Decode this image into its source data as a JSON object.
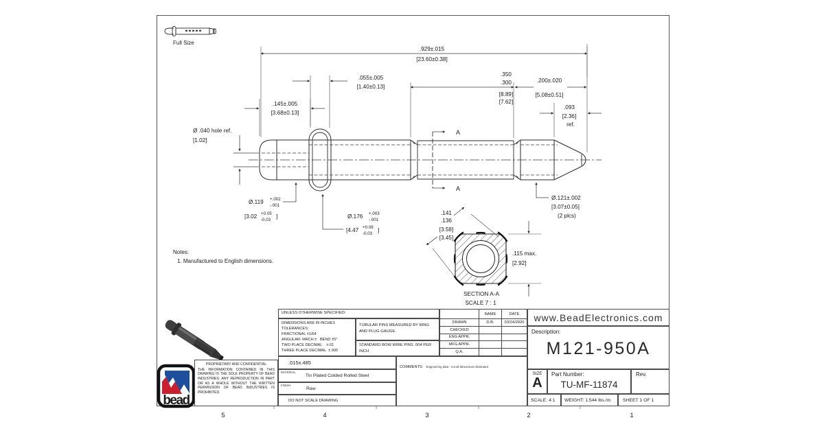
{
  "sheet": {
    "full_size_label": "Full Size",
    "zone_numbers": [
      "5",
      "4",
      "3",
      "2",
      "1"
    ],
    "notes_title": "Notes:",
    "note_1": "1. Manufactured to English dimensions.",
    "section_label": "SECTION A-A",
    "section_scale": "SCALE 7 : 1",
    "section_marker": "A"
  },
  "dims": {
    "overall_in": ".929±.015",
    "overall_mm": "[23.60±0.38]",
    "collar_in": ".055±.005",
    "collar_mm": "[1.40±0.13]",
    "nose_in": ".145±.005",
    "nose_mm": "[3.68±0.13]",
    "mid_max_in": ".350",
    "mid_min_in": ".300",
    "mid_max_mm": "[8.89]",
    "mid_min_mm": "[7.62]",
    "tip_in": ".200±.020",
    "tip_mm": "[5.08±0.51]",
    "taper_in": ".093",
    "taper_mm": "[2.36]",
    "taper_ref": "ref.",
    "hole_label": "Ø .040 hole ref.",
    "hole_mm": "[1.02]",
    "d119_val": "Ø.119",
    "d119_plus": "+.002",
    "d119_minus": "-.001",
    "d119_mm": "[3.02",
    "d119_mm_plus": "+0.05",
    "d119_mm_minus": "-0.03",
    "d176_val": "Ø.176",
    "d176_plus": "+.003",
    "d176_minus": "-.001",
    "d176_mm": "[4.47",
    "d176_mm_plus": "+0.08",
    "d176_mm_minus": "-0.03",
    "bracket_close": "]",
    "d121_in": "Ø.121±.002",
    "d121_mm": "[3.07±0.05]",
    "d121_note": "(2 plcs)",
    "sq_corner_in_max": ".141",
    "sq_corner_in_min": ".136",
    "sq_corner_mm_max": "[3.58]",
    "sq_corner_mm_min": "[3.45]",
    "sq_flat_in": ".115 max.",
    "sq_flat_mm": "[2.92]"
  },
  "titleblock": {
    "unless": "UNLESS OTHERWISE SPECIFIED:",
    "tol_line1": "DIMENSIONS ARE IN INCHES",
    "tol_line2": "TOLERANCES:",
    "tol_line3": "FRACTIONAL ±1/64",
    "tol_line4": "ANGULAR: MACH ±   BEND ±5°",
    "tol_line5": "TWO PLACE DECIMAL    ±.01",
    "tol_line6": "THREE PLACE DECIMAL  ±.005",
    "gauge_note": "TUBULAR PINS MEASURED BY RING AND PLUG GAUGE.",
    "bow_note": "STANDARD BOW WIRE PINS .004 PER INCH",
    "name_header": "NAME",
    "date_header": "DATE",
    "approvals": [
      {
        "label": "DRAWN",
        "name": "D.B.",
        "date": "03/24/2020"
      },
      {
        "label": "CHECKED",
        "name": "",
        "date": ""
      },
      {
        "label": "ENG APPR.",
        "name": "",
        "date": ""
      },
      {
        "label": "MFG APPR.",
        "name": "",
        "date": ""
      },
      {
        "label": "Q.A.",
        "name": "",
        "date": ""
      }
    ],
    "comments_label": "COMMENTS:",
    "comments_text": "Engineering data - not all dimensions illustrated",
    "stock_size": ".015x.485",
    "material_label": "MATERIAL",
    "material_value": "Tin Plated Colded Rolled Steel",
    "finish_label": "FINISH",
    "finish_value": "Raw",
    "do_not_scale": "DO NOT SCALE DRAWING",
    "website": "www.BeadElectronics.com",
    "description_label": "Description:",
    "description_value": "M121-950A",
    "size_label": "SIZE",
    "size_value": "A",
    "part_number_label": "Part Number:",
    "part_number_value": "TU-MF-11874",
    "rev_label": "Rev.",
    "scale_text": "SCALE: 4:1",
    "weight_text": "WEIGHT: 1.544 lbs./m",
    "sheet_text": "SHEET 1 OF 1",
    "proprietary_title": "PROPRIETARY AND CONFIDENTIAL",
    "proprietary_body": "THE INFORMATION CONTAINED IN THIS DRAWING IS THE SOLE PROPERTY OF BEAD INDUSTRIES. ANY REPRODUCTION IN PART OR AS A WHOLE WITHOUT THE WRITTEN PERMISSION OF BEAD INDUSTRIES IS PROHIBITED.",
    "logo_text": "bead"
  }
}
